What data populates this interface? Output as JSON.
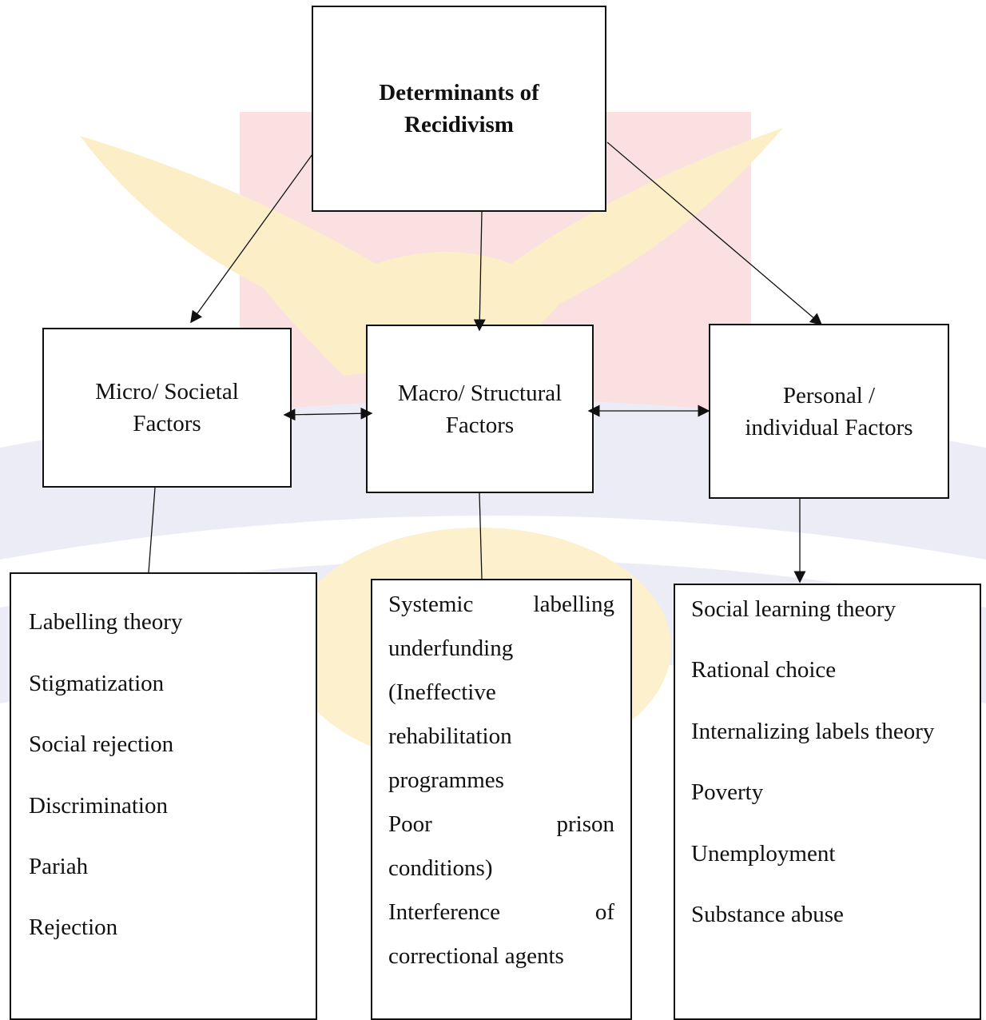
{
  "diagram": {
    "root": {
      "line1": "Determinants of",
      "line2": "Recidivism"
    },
    "categories": {
      "micro": {
        "line1": "Micro/ Societal",
        "line2": "Factors"
      },
      "macro": {
        "line1": "Macro/ Structural",
        "line2": "Factors"
      },
      "personal": {
        "line1": "Personal /",
        "line2": "individual Factors"
      }
    },
    "micro_items": [
      "Labelling theory",
      "Stigmatization",
      "Social rejection",
      "Discrimination",
      "Pariah",
      "Rejection"
    ],
    "macro_items": {
      "l1a": "Systemic",
      "l1b": "labelling",
      "l2": "underfunding",
      "l3": "(Ineffective",
      "l4": "rehabilitation",
      "l5": "programmes",
      "l6a": "Poor",
      "l6b": "prison",
      "l7": "conditions)",
      "l8a": "Interference",
      "l8b": "of",
      "l9": "correctional agents"
    },
    "personal_items": [
      "Social learning theory",
      "Rational choice",
      "Internalizing labels theory",
      "Poverty",
      "Unemployment",
      "Substance abuse"
    ],
    "colors": {
      "line": "#111111",
      "watermark_red": "#f7d2d2",
      "watermark_yellow": "#fbefc4",
      "watermark_blue": "#e4e6f3"
    }
  }
}
